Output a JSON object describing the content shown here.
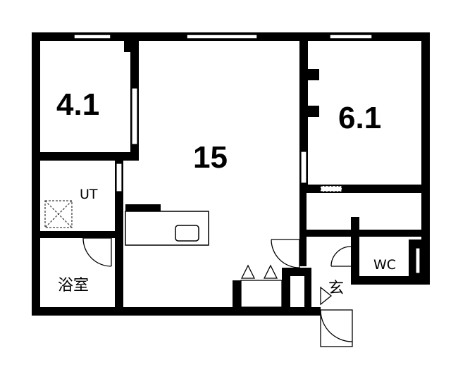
{
  "rooms": {
    "room_west_size": "4.1",
    "living_size": "15",
    "room_east_size": "6.1",
    "utility_label": "UT",
    "bathroom_label": "浴室",
    "toilet_label": "WC",
    "entrance_label": "玄"
  }
}
